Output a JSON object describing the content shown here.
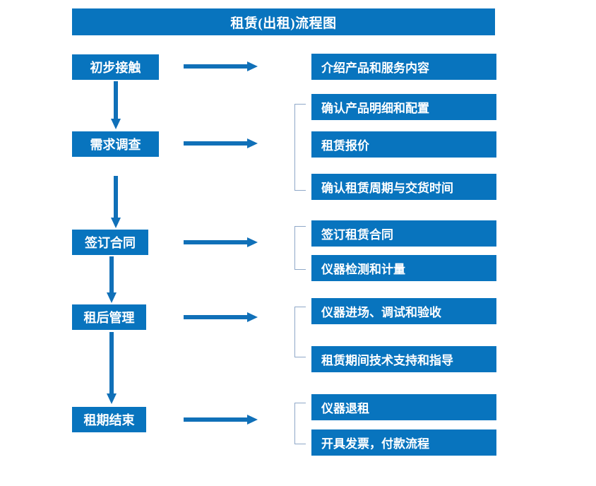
{
  "chart_data": {
    "type": "diagram",
    "title": "租赁(出租)流程图",
    "diagram_kind": "flowchart",
    "stages": [
      {
        "stage": "初步接触",
        "details": [
          "介绍产品和服务内容"
        ]
      },
      {
        "stage": "需求调查",
        "details": [
          "确认产品明细和配置",
          "租赁报价",
          "确认租赁周期与交货时间"
        ]
      },
      {
        "stage": "签订合同",
        "details": [
          "签订租赁合同",
          "仪器检测和计量"
        ]
      },
      {
        "stage": "租后管理",
        "details": [
          "仪器进场、调试和验收",
          "租赁期间技术支持和指导"
        ]
      },
      {
        "stage": "租期结束",
        "details": [
          "仪器退租",
          "开具发票，付款流程"
        ]
      }
    ],
    "colors": {
      "box_fill": "#0874BE",
      "box_text": "#FFFFFF",
      "arrow": "#1070B8",
      "bracket": "#8FA8C8",
      "background": "#FFFFFF"
    }
  },
  "header": {
    "title": "租赁(出租)流程图"
  },
  "left_column": {
    "items": [
      {
        "label": "初步接触"
      },
      {
        "label": "需求调查"
      },
      {
        "label": "签订合同"
      },
      {
        "label": "租后管理"
      },
      {
        "label": "租期结束"
      }
    ]
  },
  "right_column": {
    "items": [
      {
        "label": "介绍产品和服务内容"
      },
      {
        "label": "确认产品明细和配置"
      },
      {
        "label": "租赁报价"
      },
      {
        "label": "确认租赁周期与交货时间"
      },
      {
        "label": "签订租赁合同"
      },
      {
        "label": "仪器检测和计量"
      },
      {
        "label": "仪器进场、调试和验收"
      },
      {
        "label": "租赁期间技术支持和指导"
      },
      {
        "label": "仪器退租"
      },
      {
        "label": "开具发票，付款流程"
      }
    ]
  }
}
